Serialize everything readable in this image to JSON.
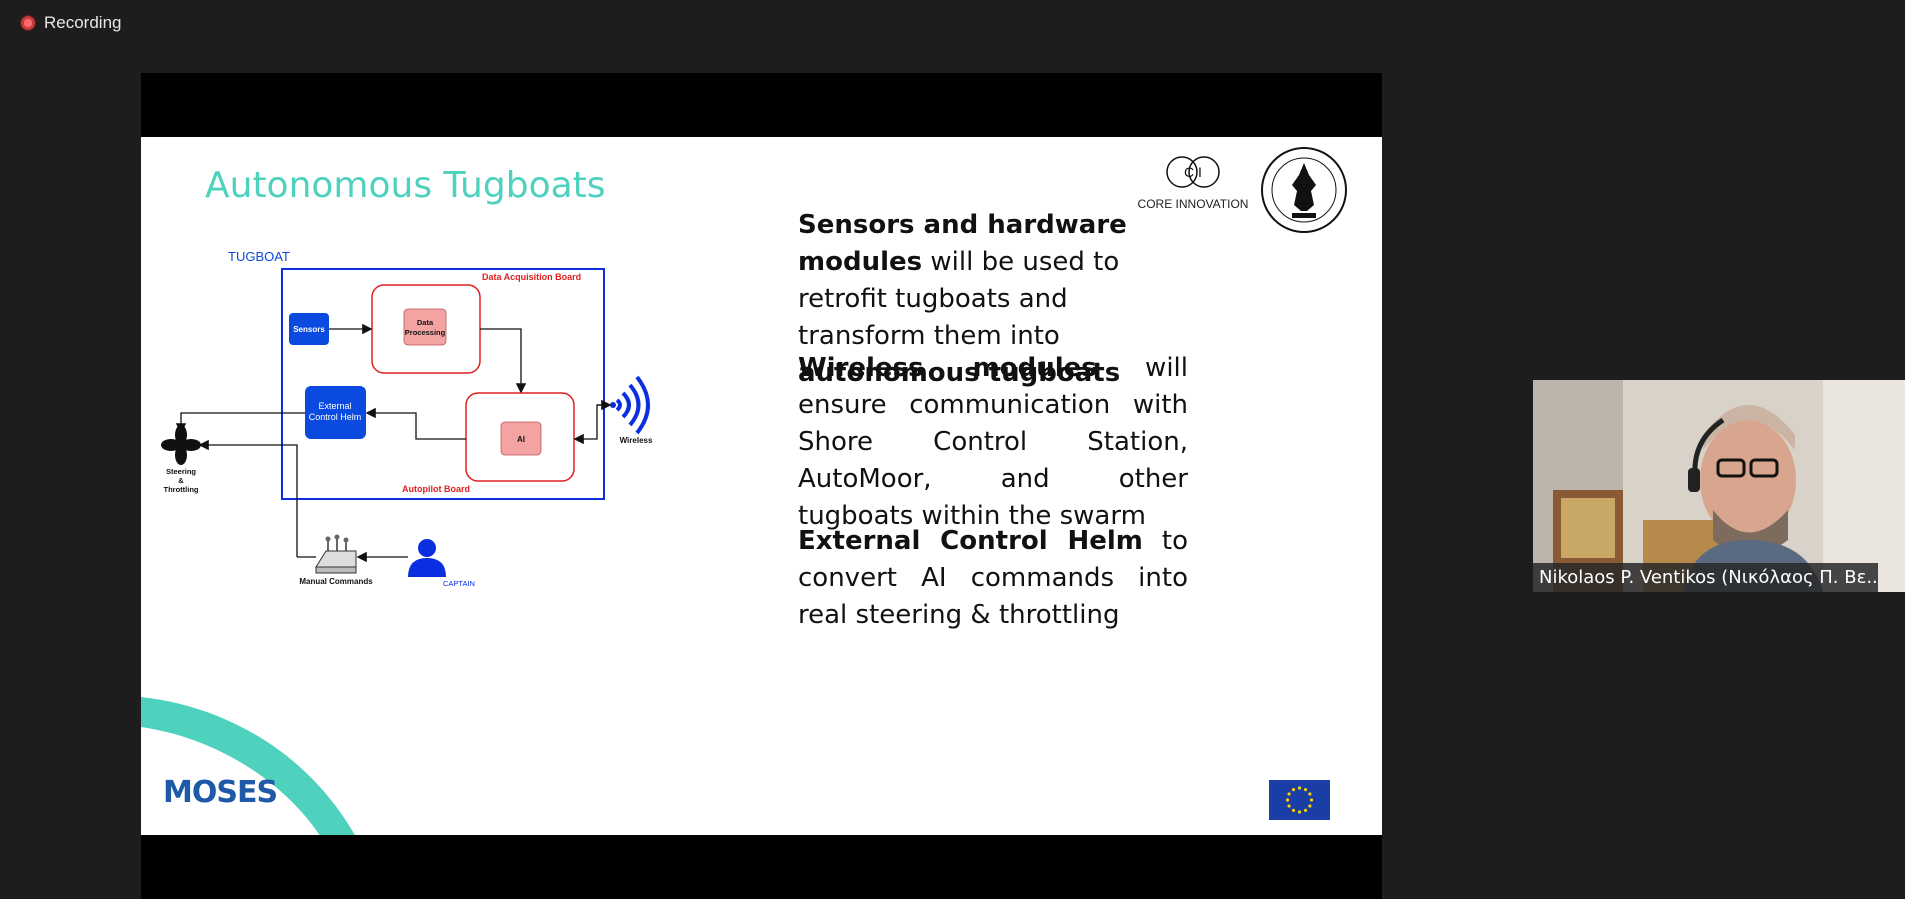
{
  "recording": {
    "label": "Recording"
  },
  "slide": {
    "title": "Autonomous Tugboats",
    "logo_text": "CORE INNOVATION",
    "logo_letters": "C I",
    "moses": "MOSES",
    "diagram": {
      "tugboat": "TUGBOAT",
      "data_acq_board": "Data Acquisition Board",
      "sensors": "Sensors",
      "data_processing_1": "Data",
      "data_processing_2": "Processing",
      "external_1": "External",
      "external_2": "Control Helm",
      "ai": "AI",
      "autopilot_board": "Autopilot Board",
      "wireless": "Wireless",
      "steering_1": "Steering",
      "steering_2": "&",
      "steering_3": "Throttling",
      "manual": "Manual Commands",
      "captain": "CAPTAIN"
    },
    "bullet1": {
      "b1": "Sensors and hardware modules",
      "t1": " will be used to retrofit tugboats and transform them into ",
      "b2": "autonomous tugboats"
    },
    "bullet2": {
      "b1": "Wireless modules",
      "t1": " will ensure communication with Shore Control Station, AutoMoor, and other tugboats within the swarm"
    },
    "bullet3": {
      "b1": "External Control Helm",
      "t1": " to convert AI commands into real steering & throttling"
    }
  },
  "participant": {
    "name": "Nikolaos P. Ventikos (Νικόλαος Π. Βε..."
  },
  "colors": {
    "teal": "#4ed1bd",
    "navy": "#26357e",
    "blue": "#0a4ae0",
    "red": "#e02020",
    "pink": "#f4a3a3"
  }
}
